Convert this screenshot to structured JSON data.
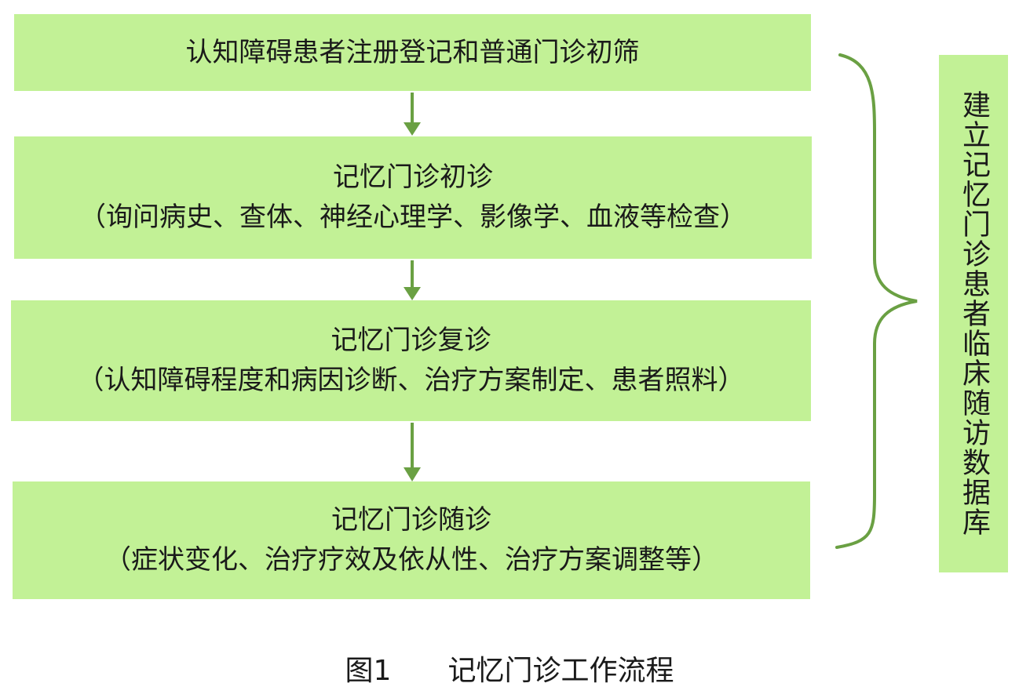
{
  "flow": {
    "steps": [
      {
        "title": "认知障碍患者注册登记和普通门诊初筛",
        "detail": ""
      },
      {
        "title": "记忆门诊初诊",
        "detail": "（询问病史、查体、神经心理学、影像学、血液等检查）"
      },
      {
        "title": "记忆门诊复诊",
        "detail": "（认知障碍程度和病因诊断、治疗方案制定、患者照料）"
      },
      {
        "title": "记忆门诊随诊",
        "detail": "（症状变化、治疗疗效及依从性、治疗方案调整等）"
      }
    ]
  },
  "side": {
    "label": "建立记忆门诊患者临床随访数据库"
  },
  "caption": {
    "figure": "图1",
    "title": "记忆门诊工作流程"
  },
  "colors": {
    "box_fill": "#c2f196",
    "arrow": "#6aa043",
    "brace": "#6aa043",
    "text": "#1a1a1a"
  }
}
